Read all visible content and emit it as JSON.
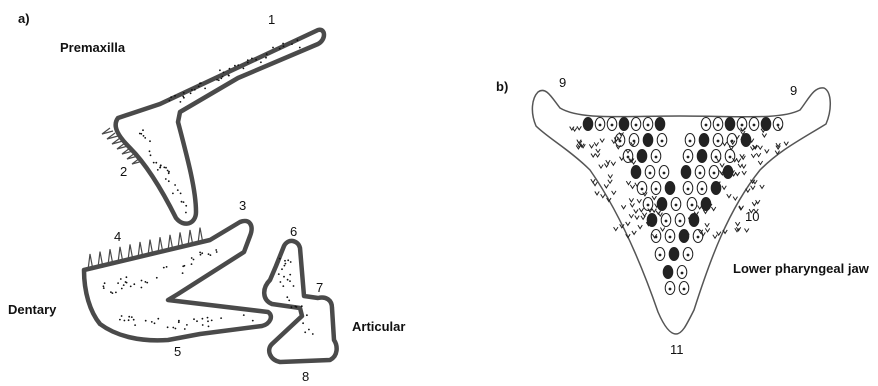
{
  "panel_a": {
    "letter": "a)",
    "bones": {
      "premaxilla": "Premaxilla",
      "dentary": "Dentary",
      "articular": "Articular"
    },
    "numbers": [
      "1",
      "2",
      "3",
      "4",
      "5",
      "6",
      "7",
      "8"
    ]
  },
  "panel_b": {
    "letter": "b)",
    "structure": "Lower pharyngeal jaw",
    "numbers": {
      "left_horn": "9",
      "right_horn": "9",
      "side": "10",
      "tip": "11"
    }
  },
  "colors": {
    "outline": "#4a4a4a",
    "ink": "#111111",
    "tooth_fill": "#222222"
  }
}
